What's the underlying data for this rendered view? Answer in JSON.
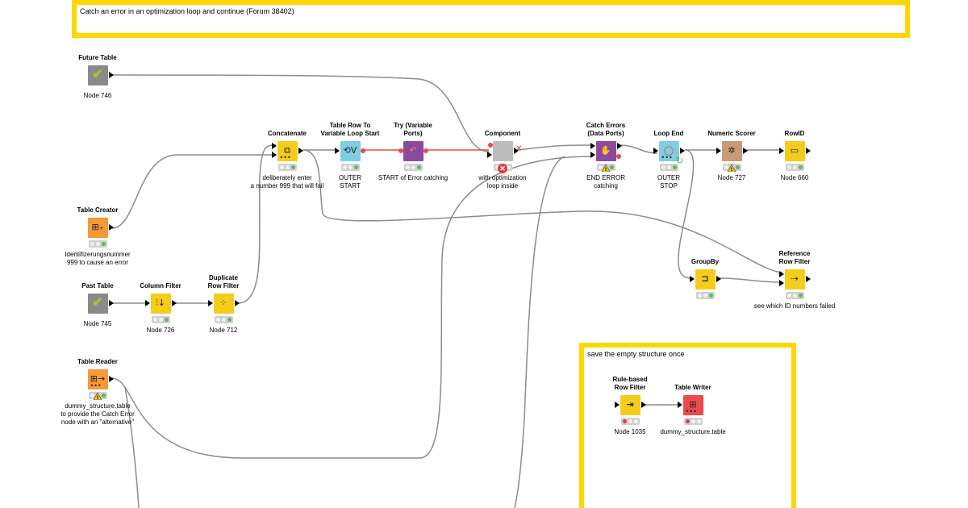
{
  "annotations": [
    {
      "text": "Catch an error in an optimization loop and continue (Forum 38402)"
    },
    {
      "text": "save the empty  structure once"
    }
  ],
  "nodes": [
    {
      "id": "future",
      "title": "Future Table",
      "label": "Node 746",
      "color": "#8a8a8a",
      "icon": "check-icon",
      "status": "none"
    },
    {
      "id": "creator",
      "title": "Table Creator",
      "label": "Identifizerungsnummer\n999 to cause an error",
      "color": "#f59a36",
      "icon": "table-creator-icon",
      "status": "yellow-green"
    },
    {
      "id": "past",
      "title": "Past Table",
      "label": "Node 745",
      "color": "#8a8a8a",
      "icon": "check-icon",
      "status": "none"
    },
    {
      "id": "colfilter",
      "title": "Column Filter",
      "label": "Node 726",
      "color": "#f5cc1b",
      "icon": "column-filter-icon",
      "status": "green"
    },
    {
      "id": "dupfilter",
      "title": "Duplicate\nRow Filter",
      "label": "Node 712",
      "color": "#f5cc1b",
      "icon": "duplicate-filter-icon",
      "status": "green"
    },
    {
      "id": "reader",
      "title": "Table Reader",
      "label": "dummy_structure.table\nto provide the Catch Error\nnode with an \"alternative\"",
      "color": "#f59a36",
      "icon": "table-reader-icon",
      "status": "warning"
    },
    {
      "id": "concat",
      "title": "Concatenate",
      "label": "deliberately enter\na number 999 that will fail",
      "color": "#f5cc1b",
      "icon": "concatenate-icon",
      "status": "green"
    },
    {
      "id": "loopstart",
      "title": "Table Row To\nVariable Loop Start",
      "label": "OUTER\nSTART",
      "color": "#7fcde0",
      "icon": "loop-start-icon",
      "status": "green"
    },
    {
      "id": "try",
      "title": "Try (Variable\nPorts)",
      "label": "START of Error catching",
      "color": "#8b4a9e",
      "icon": "try-icon",
      "status": "green"
    },
    {
      "id": "component",
      "title": "Component",
      "label": "with optimization\nloop inside",
      "color": "#bcbcbc",
      "icon": "component-icon",
      "status": "error"
    },
    {
      "id": "catch",
      "title": "Catch Errors\n(Data Ports)",
      "label": "END ERROR\ncatching",
      "color": "#8b4a9e",
      "icon": "catch-icon",
      "status": "warning"
    },
    {
      "id": "loopend",
      "title": "Loop End",
      "label": "OUTER\nSTOP",
      "color": "#7fcde0",
      "icon": "loop-end-icon",
      "status": "green"
    },
    {
      "id": "scorer",
      "title": "Numeric Scorer",
      "label": "Node 727",
      "color": "#c89a78",
      "icon": "scorer-icon",
      "status": "warning"
    },
    {
      "id": "rowid",
      "title": "RowID",
      "label": "Node 660",
      "color": "#f5cc1b",
      "icon": "rowid-icon",
      "status": "green"
    },
    {
      "id": "groupby",
      "title": "GroupBy",
      "label": "",
      "color": "#f5cc1b",
      "icon": "groupby-icon",
      "status": "green"
    },
    {
      "id": "refilter",
      "title": "Reference\nRow Filter",
      "label": "see which ID numbers failed",
      "color": "#f5cc1b",
      "icon": "reference-filter-icon",
      "status": "green"
    },
    {
      "id": "rulefilter",
      "title": "Rule-based\nRow Filter",
      "label": "Node 1035",
      "color": "#f5cc1b",
      "icon": "rule-filter-icon",
      "status": "red"
    },
    {
      "id": "writer",
      "title": "Table Writer",
      "label": "dummy_structure.table",
      "color": "#f0484f",
      "icon": "table-writer-icon",
      "status": "red"
    }
  ],
  "colors": {
    "annotation_border": "#ffd700",
    "wire": "#8c8c8c",
    "variable_wire": "#e74c4c"
  }
}
